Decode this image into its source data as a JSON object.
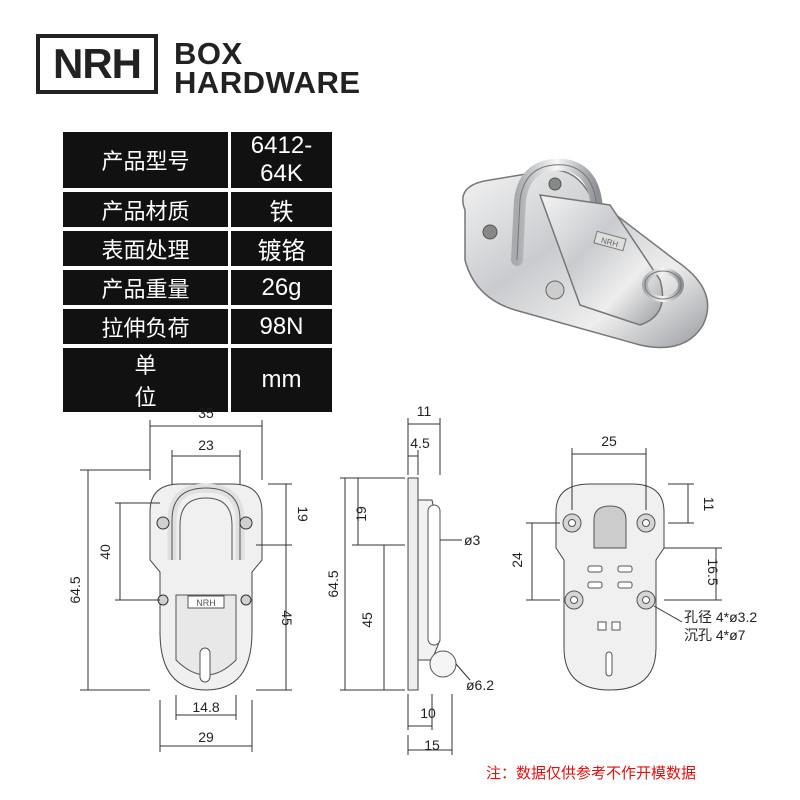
{
  "brand": {
    "logo_text": "NRH",
    "line1": "BOX",
    "line2": "HARDWARE"
  },
  "specs": [
    {
      "label": "产品型号",
      "value": "6412-64K"
    },
    {
      "label": "产品材质",
      "value": "铁"
    },
    {
      "label": "表面处理",
      "value": "镀铬"
    },
    {
      "label": "产品重量",
      "value": "26g"
    },
    {
      "label": "拉伸负荷",
      "value": "98N"
    },
    {
      "label": "单位",
      "value": "mm"
    }
  ],
  "front_view": {
    "width": "35",
    "inner_width": "23",
    "top_offset": "19",
    "hole_spacing": "40",
    "height": "64.5",
    "lower_part": "45",
    "slot_width": "14.8",
    "base_width": "29",
    "engraving": "NRH"
  },
  "side_view": {
    "thickness": "11",
    "plate": "4.5",
    "top_offset": "19",
    "height": "64.5",
    "lower_part": "45",
    "pin_dia": "ø3",
    "ring_dia": "ø6.2",
    "ring_offset": "10",
    "base": "15"
  },
  "back_view": {
    "hole_spacing_x": "25",
    "top_offset": "11",
    "hole_spacing_y": "24",
    "lower_offset": "16.5",
    "hole_note_1": "孔径 4*ø3.2",
    "hole_note_2": "沉孔 4*ø7"
  },
  "footnote": "注：数据仅供参考不作开模数据"
}
